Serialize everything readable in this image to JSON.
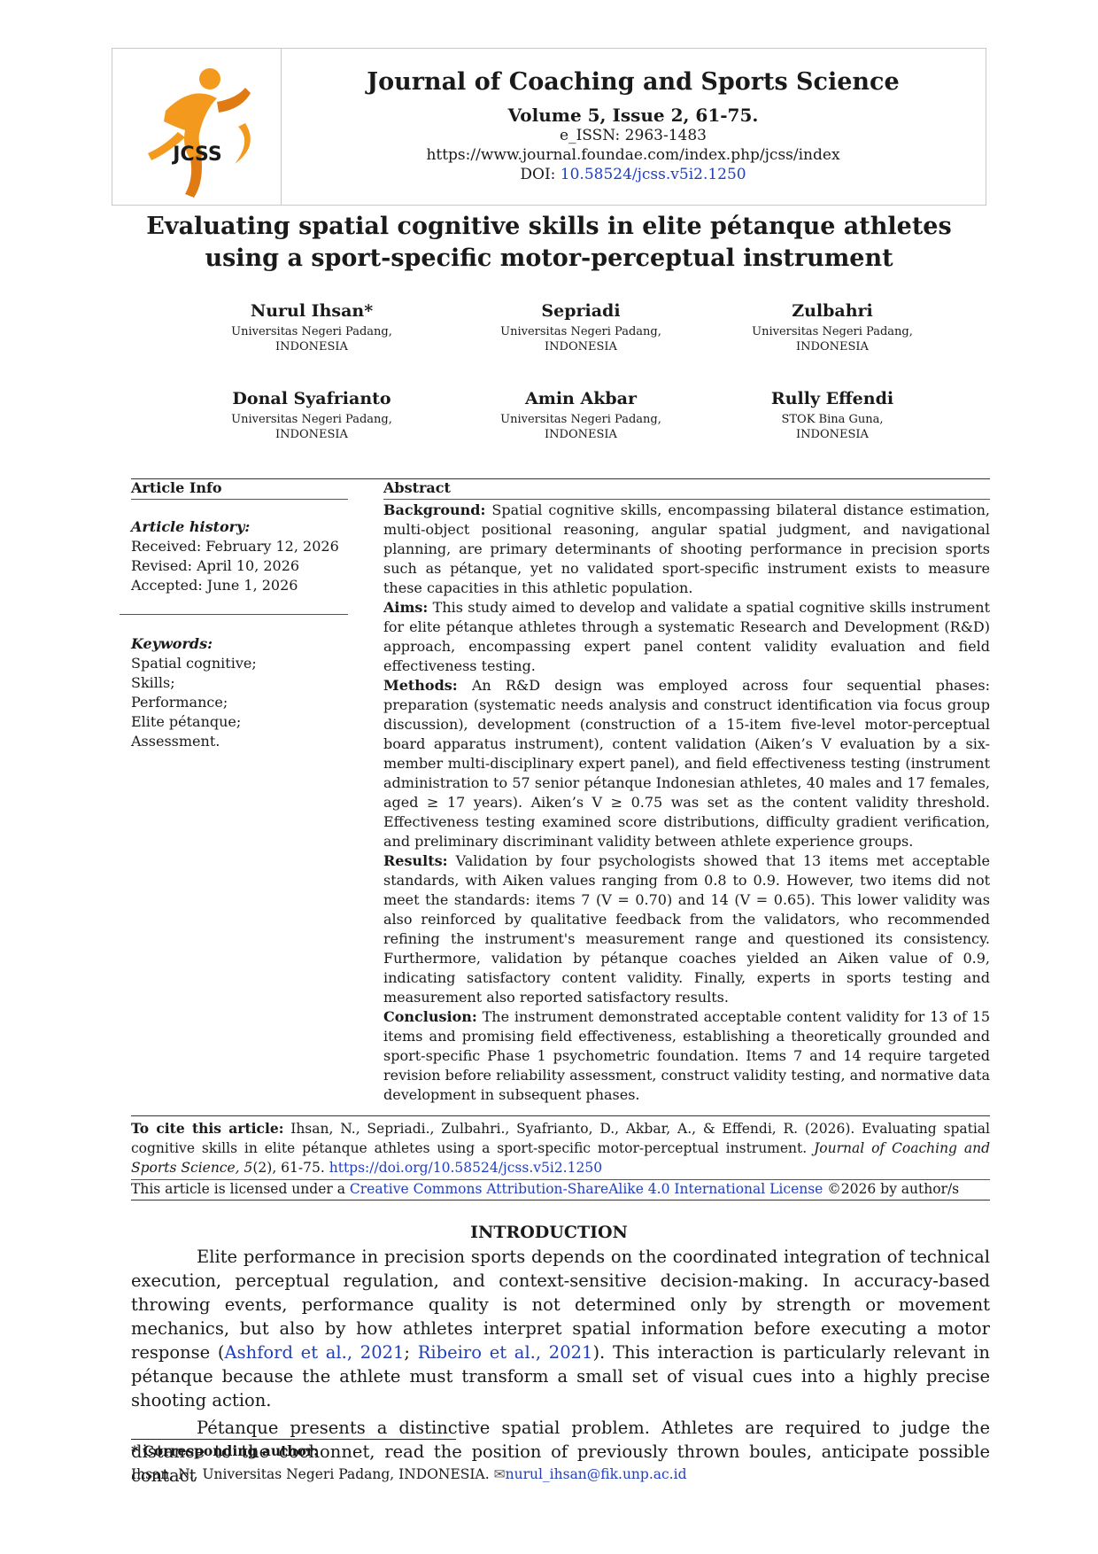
{
  "journal": {
    "title": "Journal of Coaching and Sports Science",
    "volume": "Volume 5, Issue 2, 61-75.",
    "issn": "e_ISSN: 2963-1483",
    "url": "https://www.journal.foundae.com/index.php/jcss/index",
    "doi_label": "DOI: ",
    "doi_link": "10.58524/jcss.v5i2.1250",
    "logo_text": "JCSS",
    "logo_colors": {
      "orange": "#f39a1e",
      "dark_orange": "#e07a12",
      "text": "#1a1a1a"
    }
  },
  "paper_title": "Evaluating spatial cognitive skills in elite pétanque athletes using a sport-specific motor-perceptual instrument",
  "authors": [
    {
      "name": "Nurul Ihsan*",
      "aff1": "Universitas Negeri Padang,",
      "aff2": "INDONESIA"
    },
    {
      "name": "Sepriadi",
      "aff1": "Universitas Negeri Padang,",
      "aff2": "INDONESIA"
    },
    {
      "name": "Zulbahri",
      "aff1": "Universitas Negeri Padang,",
      "aff2": "INDONESIA"
    },
    {
      "name": "Donal Syafrianto",
      "aff1": "Universitas Negeri Padang,",
      "aff2": "INDONESIA"
    },
    {
      "name": "Amin Akbar",
      "aff1": "Universitas Negeri Padang,",
      "aff2": "INDONESIA"
    },
    {
      "name": "Rully Effendi",
      "aff1": "STOK Bina Guna,",
      "aff2": "INDONESIA"
    }
  ],
  "article_info": {
    "heading": "Article Info",
    "history_heading": "Article history:",
    "received": "Received: February 12, 2026",
    "revised": "Revised: April 10, 2026",
    "accepted": "Accepted: June 1, 2026",
    "keywords_heading": "Keywords:",
    "keywords": [
      "Spatial cognitive;",
      "Skills;",
      "Performance;",
      "Elite pétanque;",
      "Assessment."
    ]
  },
  "abstract": {
    "heading": "Abstract",
    "background_label": "Background:",
    "background": " Spatial cognitive skills, encompassing bilateral distance estimation, multi-object positional reasoning, angular spatial judgment, and navigational planning, are primary determinants of shooting performance in precision sports such as pétanque, yet no validated sport-specific instrument exists to measure these capacities in this athletic population.",
    "aims_label": "Aims:",
    "aims": " This study aimed to develop and validate a spatial cognitive skills instrument for elite pétanque athletes through a systematic Research and Development (R&D) approach, encompassing expert panel content validity evaluation and field effectiveness testing.",
    "methods_label": "Methods:",
    "methods": " An R&D design was employed across four sequential phases: preparation (systematic needs analysis and construct identification via focus group discussion), development (construction of a 15-item five-level motor-perceptual board apparatus instrument), content validation (Aiken’s V evaluation by a six-member multi-disciplinary expert panel), and field effectiveness testing (instrument administration to 57 senior pétanque Indonesian athletes, 40 males and 17 females, aged ≥ 17 years). Aiken’s V ≥ 0.75 was set as the content validity threshold. Effectiveness testing examined score distributions, difficulty gradient verification, and preliminary discriminant validity between athlete experience groups.",
    "results_label": "Results:",
    "results": " Validation by four psychologists showed that 13 items met acceptable standards, with Aiken values ranging from 0.8 to 0.9. However, two items did not meet the standards: items 7 (V = 0.70) and 14 (V = 0.65). This lower validity was also reinforced by qualitative feedback from the validators, who recommended refining the instrument's measurement range and questioned its consistency. Furthermore, validation by pétanque coaches yielded an Aiken value of 0.9, indicating satisfactory content validity. Finally, experts in sports testing and measurement also reported satisfactory results.",
    "conclusion_label": "Conclusion:",
    "conclusion": " The instrument demonstrated acceptable content validity for 13 of 15 items and promising field effectiveness, establishing a theoretically grounded and sport-specific Phase 1 psychometric foundation. Items 7 and 14 require targeted revision before reliability assessment, construct validity testing, and normative data development in subsequent phases."
  },
  "citation": {
    "label": "To cite this article:",
    "text": " Ihsan, N., Sepriadi., Zulbahri., Syafrianto, D., Akbar, A., & Effendi, R. (2026). Evaluating spatial cognitive skills in elite pétanque athletes using a sport-specific motor-perceptual instrument. ",
    "journal_italic": "Journal of Coaching and Sports Science, 5",
    "issue_pages": "(2), 61-75. ",
    "doi_url": "https://doi.org/10.58524/jcss.v5i2.1250"
  },
  "license": {
    "prefix": "This article is licensed under a ",
    "link": "Creative Commons Attribution-ShareAlike 4.0 International License",
    "suffix": " ©2026 by author/s"
  },
  "introduction": {
    "heading": "INTRODUCTION",
    "p1a": "Elite performance in precision sports depends on the coordinated integration of technical execution, perceptual regulation, and context-sensitive decision-making. In accuracy-based throwing events, performance quality is not determined only by strength or movement mechanics, but also by how athletes interpret spatial information before executing a motor response (",
    "ref1": "Ashford et al., 2021",
    "sep": "; ",
    "ref2": "Ribeiro et al., 2021",
    "p1b": "). This interaction is particularly relevant in pétanque because the athlete must transform a small set of visual cues into a highly precise shooting action.",
    "p2": "Pétanque presents a distinctive spatial problem. Athletes are required to judge the distance to the cochonnet, read the position of previously thrown boules, anticipate possible contact"
  },
  "footnote": {
    "label": "* Corresponding author:",
    "text": "Ihsan, N., Universitas Negeri Padang, INDONESIA. ",
    "email": "nurul_ihsan@fik.unp.ac.id"
  }
}
